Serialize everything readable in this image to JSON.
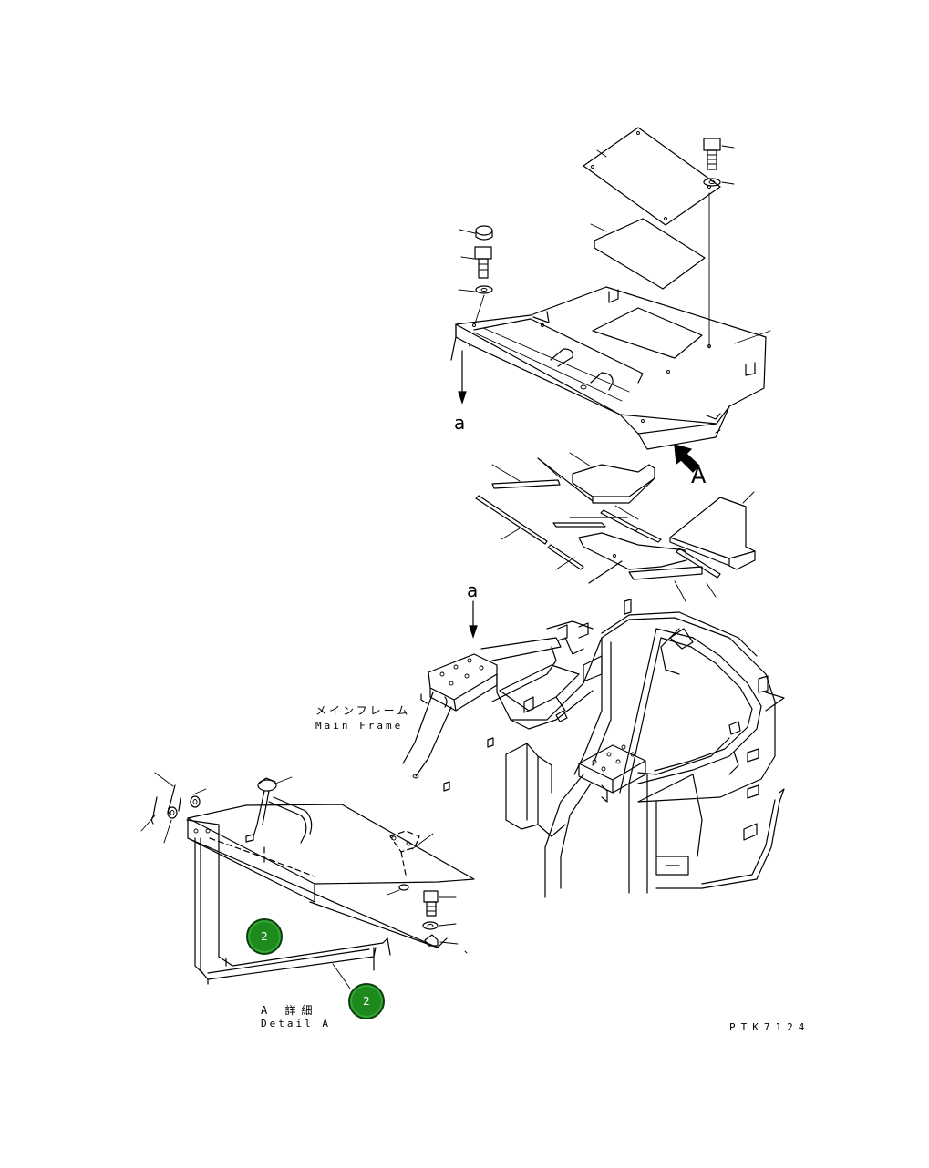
{
  "labels": {
    "view_a": "A",
    "arrow_a_top": "a",
    "arrow_a_bottom": "a",
    "main_frame_jp": "メインフレーム",
    "main_frame_en": "Main Frame",
    "detail_jp": "A 詳細",
    "detail_en": "Detail A",
    "drawing_number": "PTK7124"
  },
  "callouts": [
    {
      "number": "2"
    },
    {
      "number": "2"
    }
  ],
  "colors": {
    "line": "#000000",
    "background": "#ffffff",
    "callout_fill": "#1e8a1e",
    "callout_border": "#0b3e0b"
  }
}
